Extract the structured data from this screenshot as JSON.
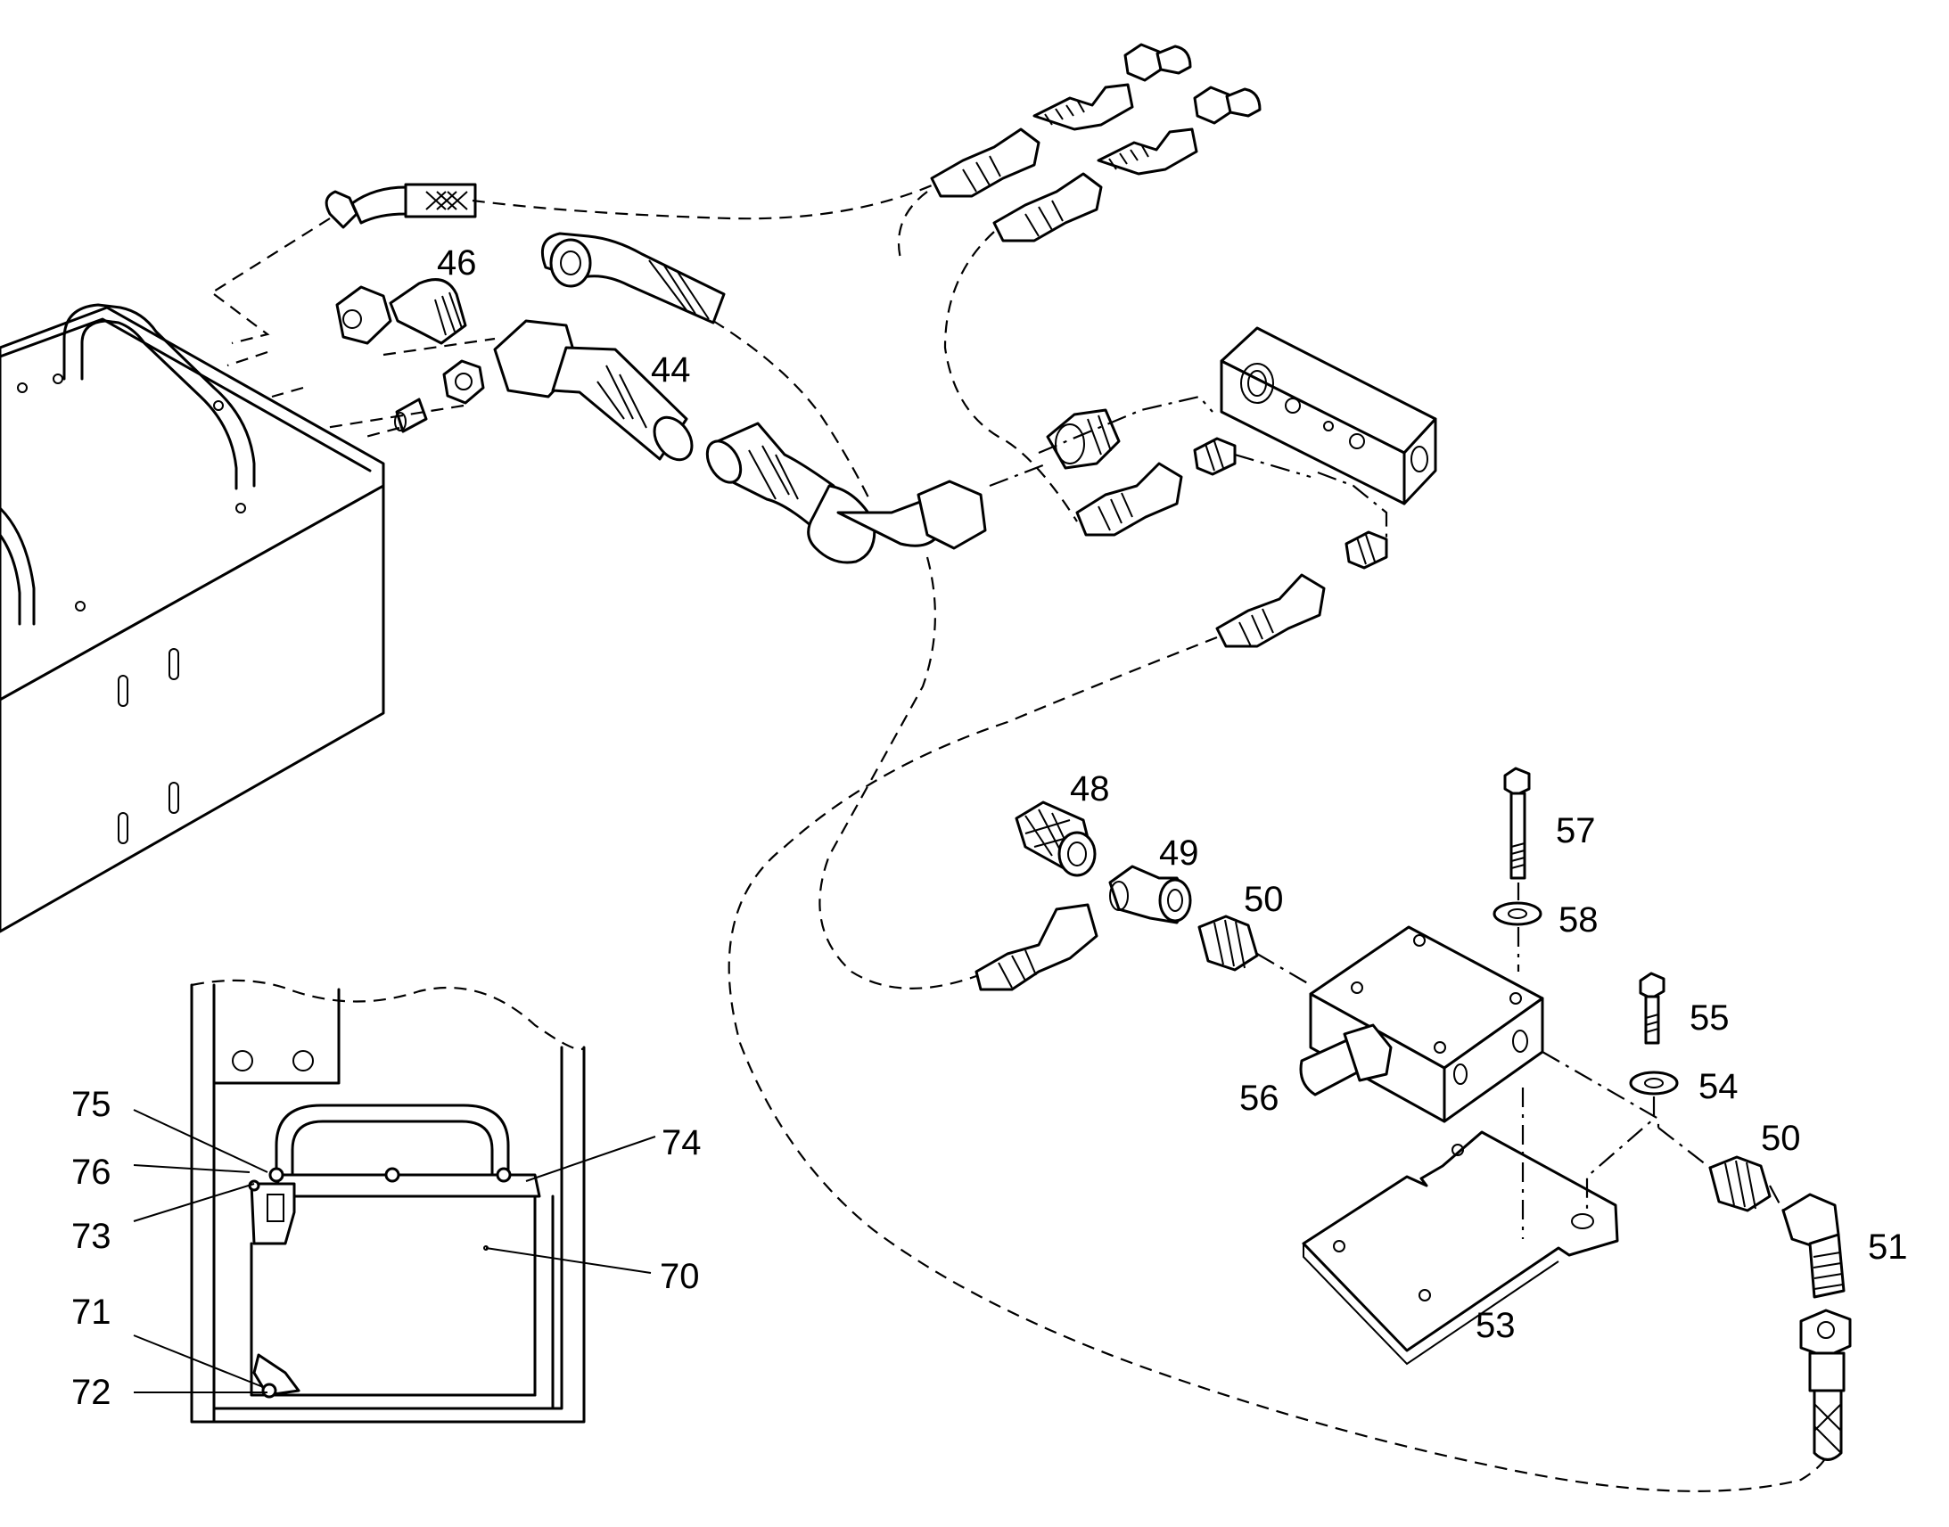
{
  "labels": {
    "p44": "44",
    "p46": "46",
    "p48": "48",
    "p49": "49",
    "p50a": "50",
    "p50b": "50",
    "p51": "51",
    "p53": "53",
    "p54": "54",
    "p55": "55",
    "p56": "56",
    "p57": "57",
    "p58": "58",
    "p70": "70",
    "p71": "71",
    "p72": "72",
    "p73": "73",
    "p74": "74",
    "p75": "75",
    "p76": "76"
  }
}
